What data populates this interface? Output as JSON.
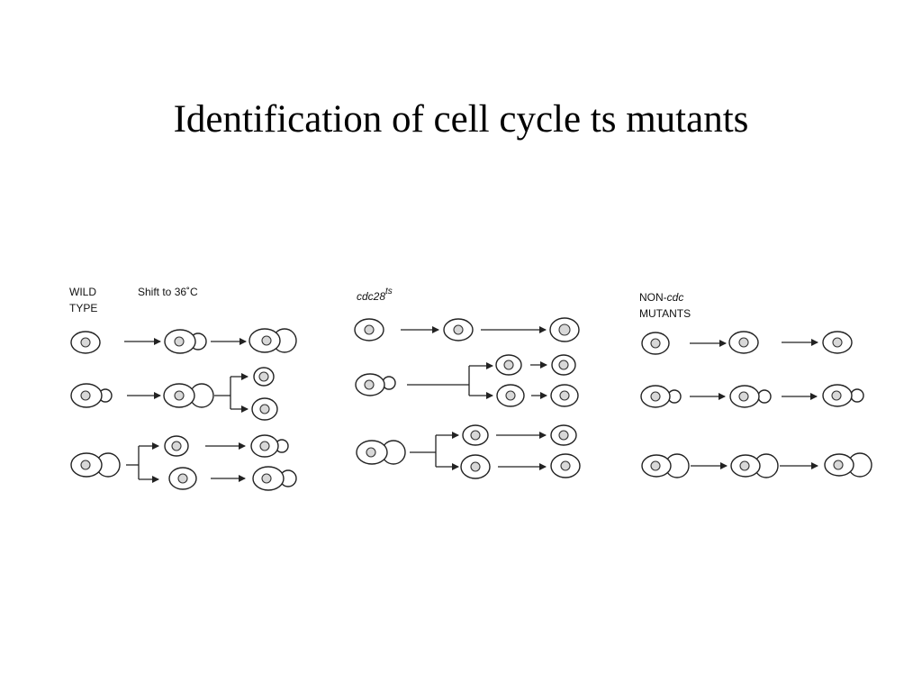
{
  "title": "Identification of cell cycle ts mutants",
  "panels": {
    "wild_type": {
      "label_line1": "WILD",
      "label_line2": "TYPE",
      "shift_label": "Shift to 36˚C"
    },
    "cdc28": {
      "label": "cdc28",
      "superscript": "ts"
    },
    "non_cdc": {
      "label_prefix": "NON-",
      "label_italic": "cdc",
      "label_line2": "MUTANTS"
    }
  }
}
